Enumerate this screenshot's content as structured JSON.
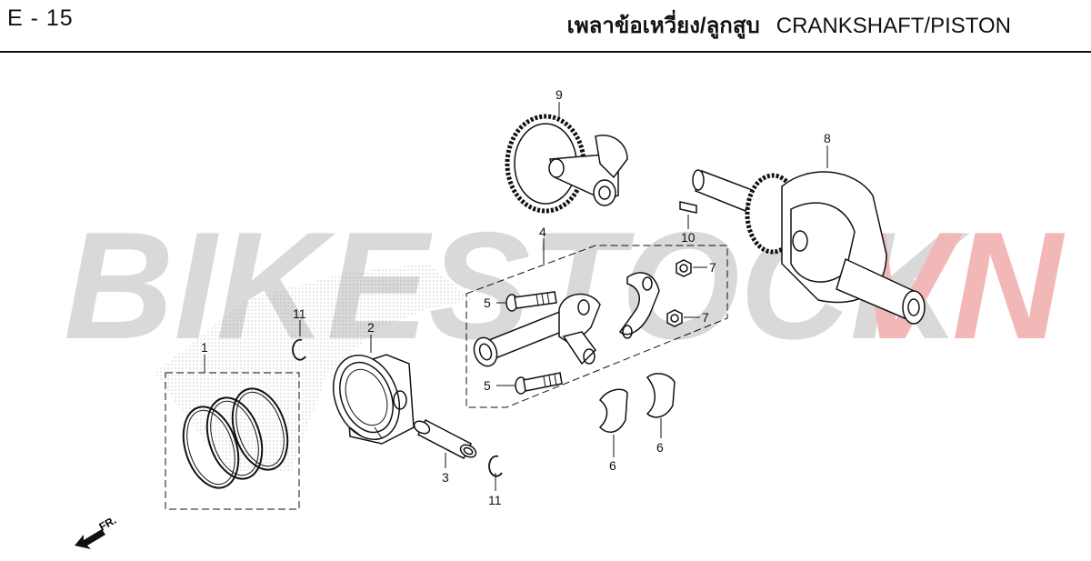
{
  "page": {
    "code": "E - 15",
    "title_th": "เพลาข้อเหวี่ยง/ลูกสูบ",
    "title_en": "CRANKSHAFT/PISTON"
  },
  "watermark": {
    "part1": "BIKESTOCK",
    "part2": "VN",
    "color1": "#d9d9d9",
    "color2": "#f2b8b8"
  },
  "parts": [
    {
      "ref": "1",
      "name": "piston-ring-set"
    },
    {
      "ref": "2",
      "name": "piston"
    },
    {
      "ref": "3",
      "name": "piston-pin"
    },
    {
      "ref": "4",
      "name": "connecting-rod-assembly"
    },
    {
      "ref": "5",
      "name": "connecting-rod-bolt"
    },
    {
      "ref": "6",
      "name": "crankpin-bearing"
    },
    {
      "ref": "7",
      "name": "connecting-rod-nut"
    },
    {
      "ref": "8",
      "name": "crankshaft"
    },
    {
      "ref": "9",
      "name": "balancer-shaft"
    },
    {
      "ref": "10",
      "name": "woodruff-key"
    },
    {
      "ref": "11",
      "name": "piston-pin-clip"
    }
  ],
  "callouts": {
    "c1": "1",
    "c2": "2",
    "c3": "3",
    "c4": "4",
    "c5a": "5",
    "c5b": "5",
    "c6a": "6",
    "c6b": "6",
    "c7a": "7",
    "c7b": "7",
    "c8": "8",
    "c9": "9",
    "c10": "10",
    "c11a": "11",
    "c11b": "11"
  },
  "front_indicator": "FR."
}
